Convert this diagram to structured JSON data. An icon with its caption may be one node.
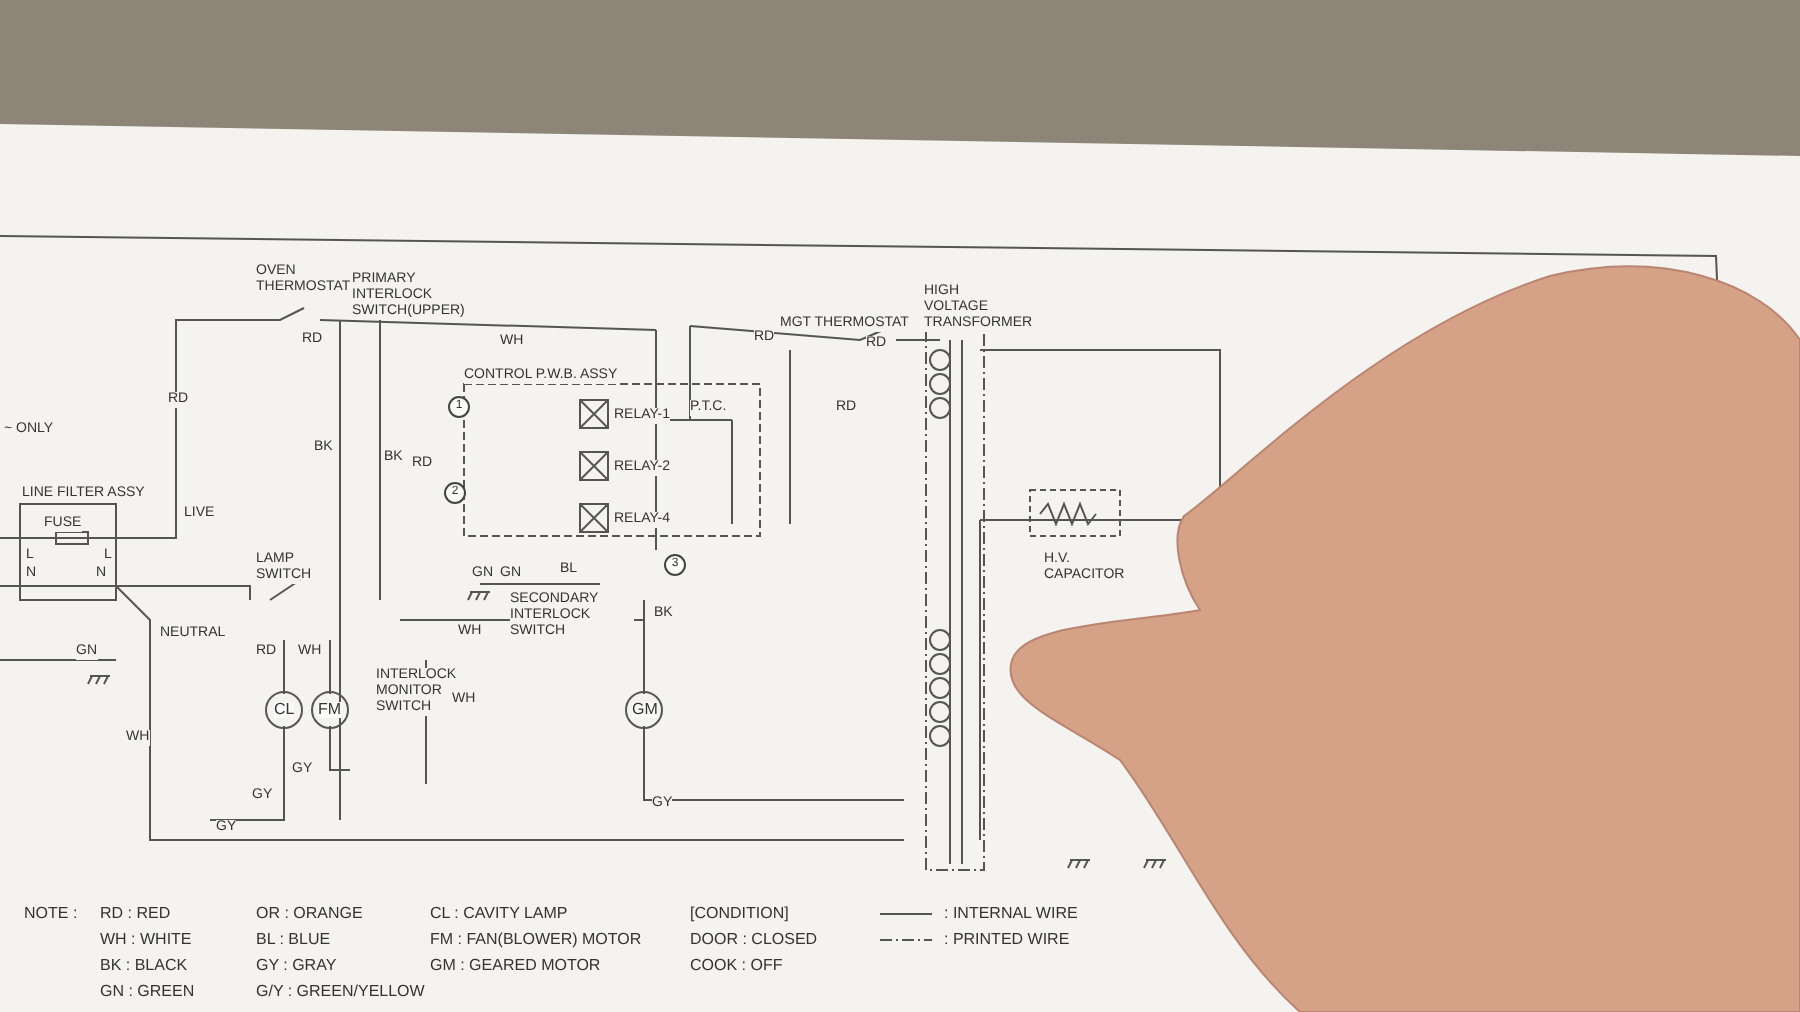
{
  "diagram": {
    "labels": [
      "~ ONLY",
      "OVEN THERMOSTAT",
      "PRIMARY INTERLOCK SWITCH(UPPER)",
      "HIGH VOLTAGE TRANSFORMER",
      "MGT THERMOSTAT",
      "RD",
      "WH",
      "RD",
      "RD",
      "CONTROL P.W.B. ASSY",
      "RD",
      "1",
      "P.T.C.",
      "RD",
      "RELAY-1",
      "BK",
      "BK",
      "RD",
      "RELAY-2",
      "LINE FILTER ASSY",
      "2",
      "LIVE",
      "FUSE",
      "RELAY-4",
      "L",
      "L",
      "LAMP SWITCH",
      "3",
      "GN",
      "GN",
      "BL",
      "N",
      "N",
      "H.V. CAPACITOR",
      "SECONDARY INTERLOCK SWITCH",
      "BK",
      "NEUTRAL",
      "WH",
      "GN",
      "RD",
      "WH",
      "INTERLOCK MONITOR SWITCH",
      "WH",
      "CL",
      "FM",
      "GM",
      "WH",
      "GY",
      "GY",
      "GY",
      "GY",
      "NOTE :",
      "RD : RED",
      "OR : ORANGE",
      "CL : CAVITY LAMP",
      "[CONDITION]",
      "WH : WHITE",
      "BL : BLUE",
      "FM : FAN(BLOWER) MOTOR",
      "DOOR : CLOSED",
      "BK : BLACK",
      "GY : GRAY",
      "GM : GEARED MOTOR",
      "COOK : OFF",
      "GN : GREEN",
      "G/Y : GREEN/YELLOW"
    ],
    "legend": [
      {
        "text": ": INTERNAL WIRE"
      },
      {
        "text": ": PRINTED WIRE"
      }
    ]
  }
}
